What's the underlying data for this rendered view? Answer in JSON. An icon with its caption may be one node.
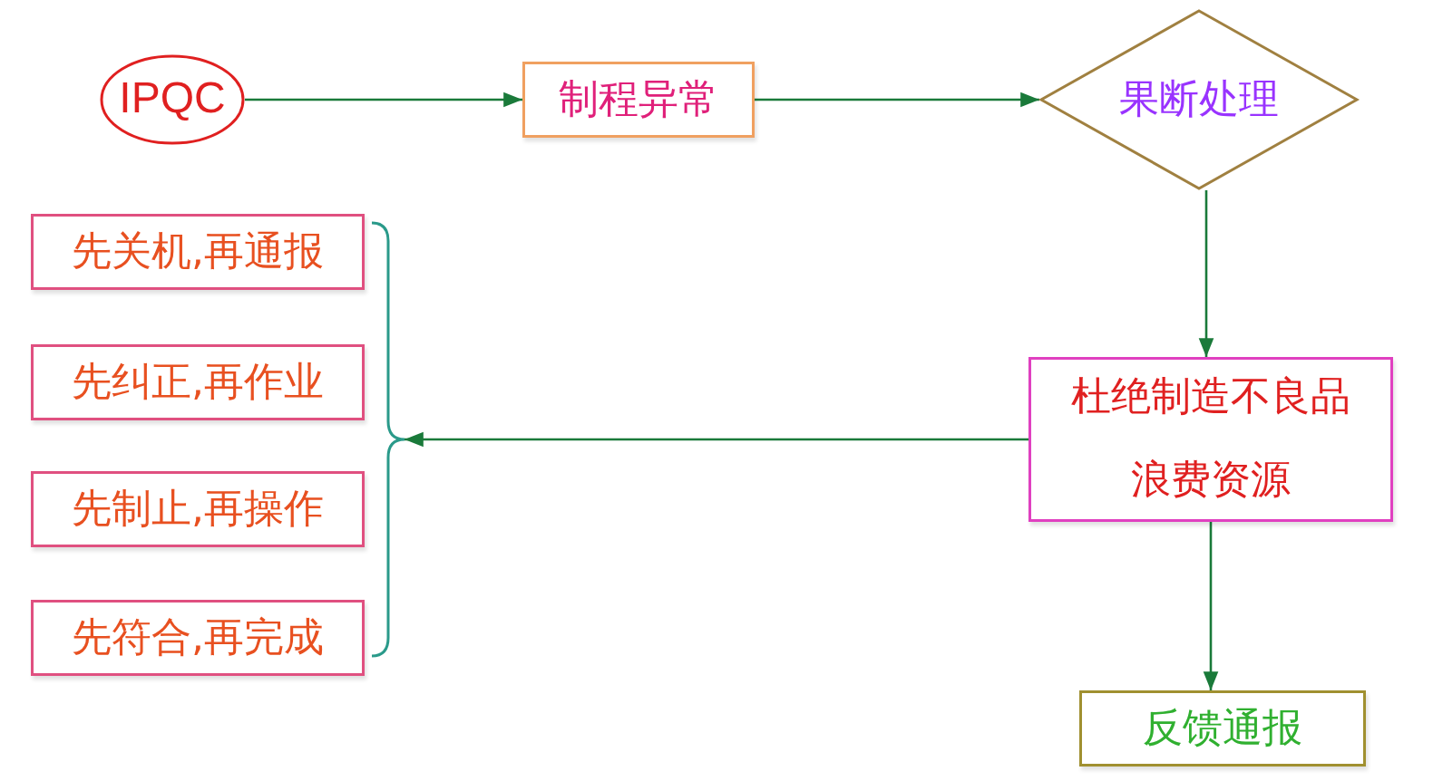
{
  "diagram": {
    "nodes": [
      {
        "text": [
          "IPQC"
        ]
      },
      {
        "text": [
          "制程异常"
        ]
      },
      {
        "text": [
          "果断处理"
        ]
      },
      {
        "text": [
          "杜绝制造不良品浪费资源"
        ]
      },
      {
        "text": [
          "反馈通报"
        ]
      },
      {
        "text": [
          "先关机,再通报"
        ]
      },
      {
        "text": [
          "先纠正,再作业"
        ]
      },
      {
        "text": [
          "先制止,再操作"
        ]
      },
      {
        "text": [
          "先符合,再完成"
        ]
      },
      {
        "text": [],
        "shape": "brace"
      }
    ],
    "edges": [
      {
        "from": 0,
        "to": 1,
        "arrow": "to"
      },
      {
        "from": 1,
        "to": 2,
        "arrow": "to"
      },
      {
        "from": 2,
        "to": 3,
        "arrow": "to"
      },
      {
        "from": 3,
        "to": 4,
        "arrow": "to"
      },
      {
        "from": 3,
        "to": 9,
        "arrow": "to"
      }
    ]
  }
}
